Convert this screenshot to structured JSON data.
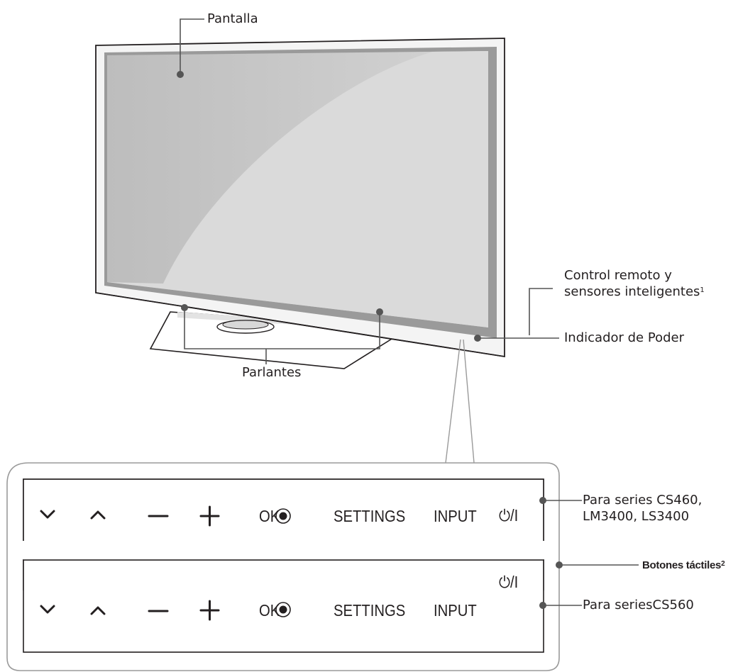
{
  "labels": {
    "pantalla": "Pantalla",
    "control_line1": "Control remoto y",
    "control_line2": "sensores inteligentes",
    "control_sup": "1",
    "indicador": "Indicador de Poder",
    "parlantes": "Parlantes",
    "series_top_line1": "Para series CS460,",
    "series_top_line2": "LM3400, LS3400",
    "botones": "Botones táctiles",
    "botones_sup": "2",
    "series_bottom": "Para seriesCS560"
  },
  "buttons": {
    "ok": "OK",
    "settings": "SETTINGS",
    "input": "INPUT",
    "power": "⏻/I"
  },
  "icons": [
    "chevron-down-icon",
    "chevron-up-icon",
    "minus-icon",
    "plus-icon",
    "ok-dot-icon",
    "power-icon"
  ],
  "colors": {
    "line": "#231f20",
    "screen": "#c9c9c9",
    "screen_hi": "#dedede",
    "leader": "#555555",
    "panel_border": "#9a9a9a"
  }
}
